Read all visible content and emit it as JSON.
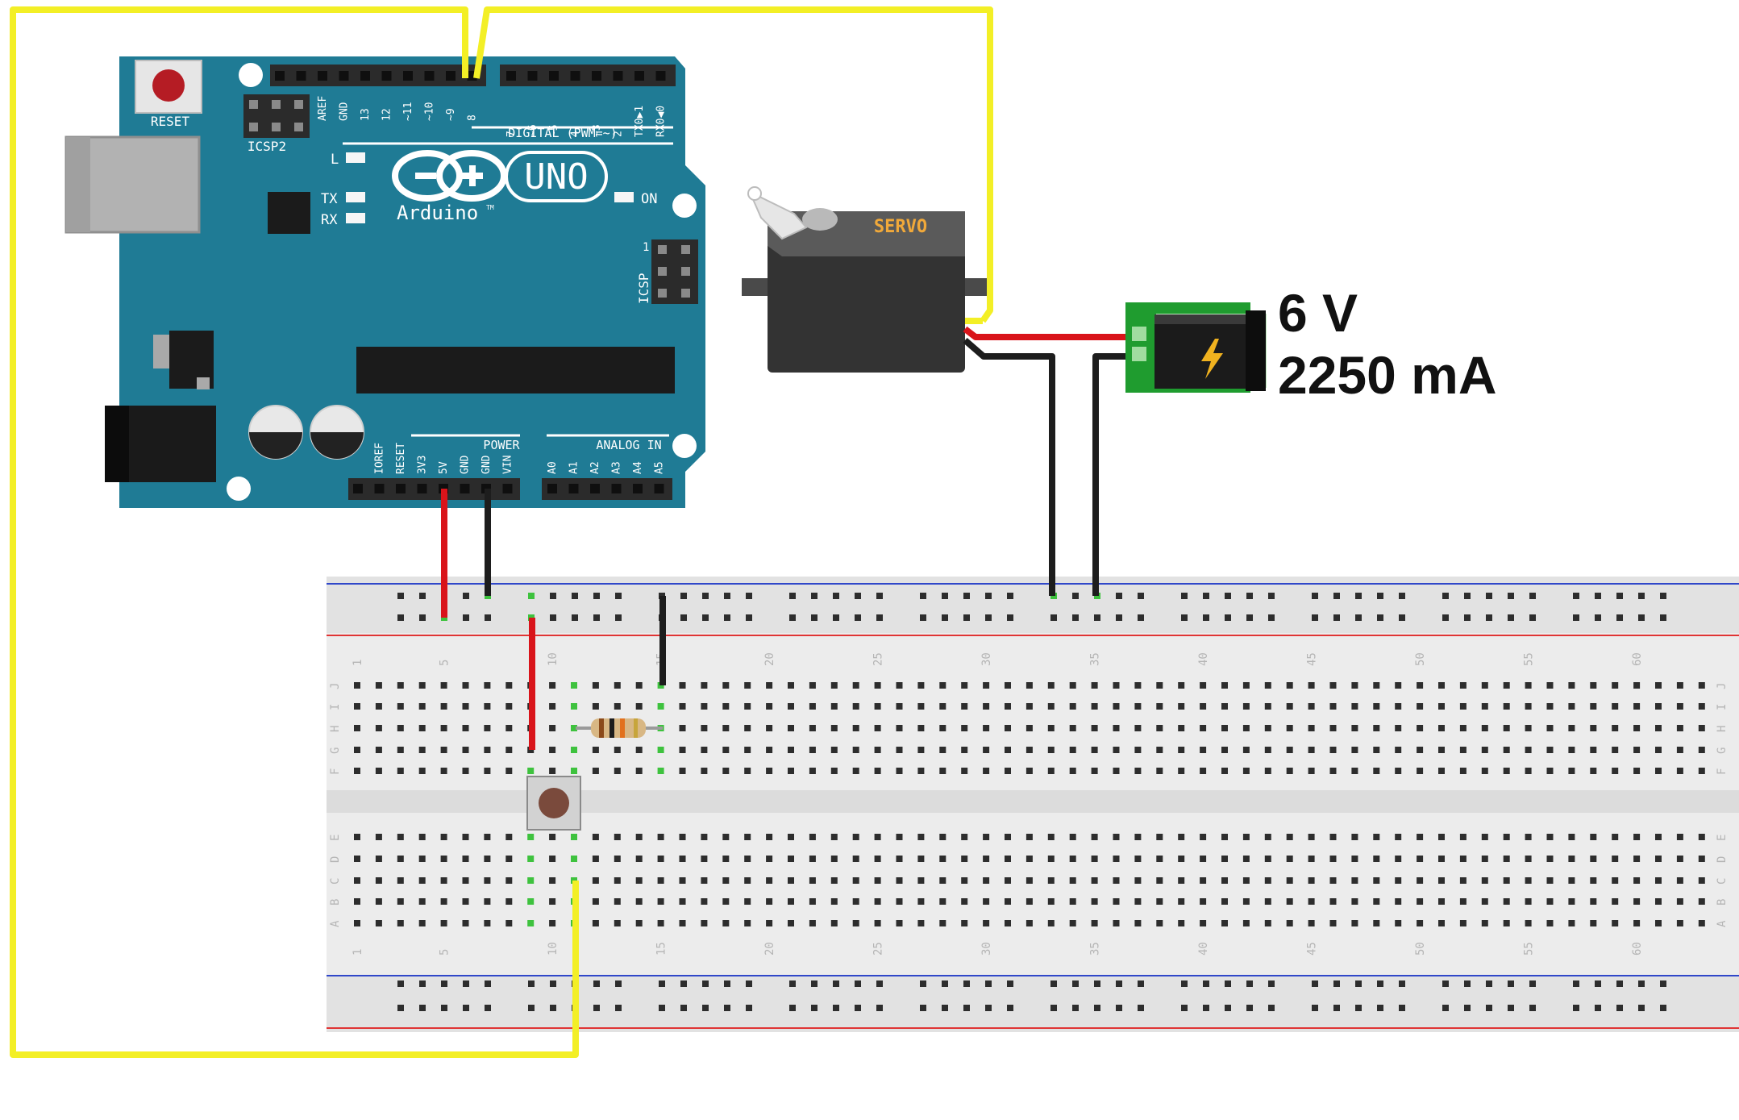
{
  "colors": {
    "board": "#1f7b95",
    "board_dark": "#156177",
    "header": "#2b2b2b",
    "wire_yellow": "#f3ef26",
    "wire_red": "#d9141a",
    "wire_black": "#1d1d1d",
    "breadboard": "#ececec",
    "rail_red": "#e03434",
    "rail_blue": "#3047c9",
    "hole": "#2d2d2d",
    "hole_active": "#3ec23e",
    "servo_body": "#333333",
    "servo_top": "#5a5a5a",
    "servo_label": "#f1a93a",
    "power_pcb": "#1f9c2f"
  },
  "arduino": {
    "reset_label": "RESET",
    "icsp2_label": "ICSP2",
    "icsp_label": "ICSP",
    "icsp_pin1": "1",
    "brand": "Arduino",
    "trademark": "TM",
    "model": "UNO",
    "led_l": "L",
    "led_tx": "TX",
    "led_rx": "RX",
    "led_on": "ON",
    "digital_label": "DIGITAL (PWM=~)",
    "power_label": "POWER",
    "analog_label": "ANALOG IN",
    "digital_pins_left": [
      "AREF",
      "GND",
      "13",
      "12",
      "~11",
      "~10",
      "~9",
      "8"
    ],
    "digital_pins_right": [
      "7",
      "~6",
      "~5",
      "4",
      "~3",
      "2",
      "TX0▶1",
      "RX0◀0"
    ],
    "power_pins": [
      "IOREF",
      "RESET",
      "3V3",
      "5V",
      "GND",
      "GND",
      "VIN"
    ],
    "analog_pins": [
      "A0",
      "A1",
      "A2",
      "A3",
      "A4",
      "A5"
    ]
  },
  "servo": {
    "label": "SERVO"
  },
  "power_supply": {
    "voltage": "6 V",
    "current": "2250 mA",
    "icon": "lightning-bolt-icon"
  },
  "breadboard": {
    "column_numbers": [
      "1",
      "5",
      "10",
      "15",
      "20",
      "25",
      "30",
      "35",
      "40",
      "45",
      "50",
      "55",
      "60"
    ],
    "rows_top": [
      "J",
      "I",
      "H",
      "G",
      "F"
    ],
    "rows_bottom": [
      "E",
      "D",
      "C",
      "B",
      "A"
    ]
  }
}
